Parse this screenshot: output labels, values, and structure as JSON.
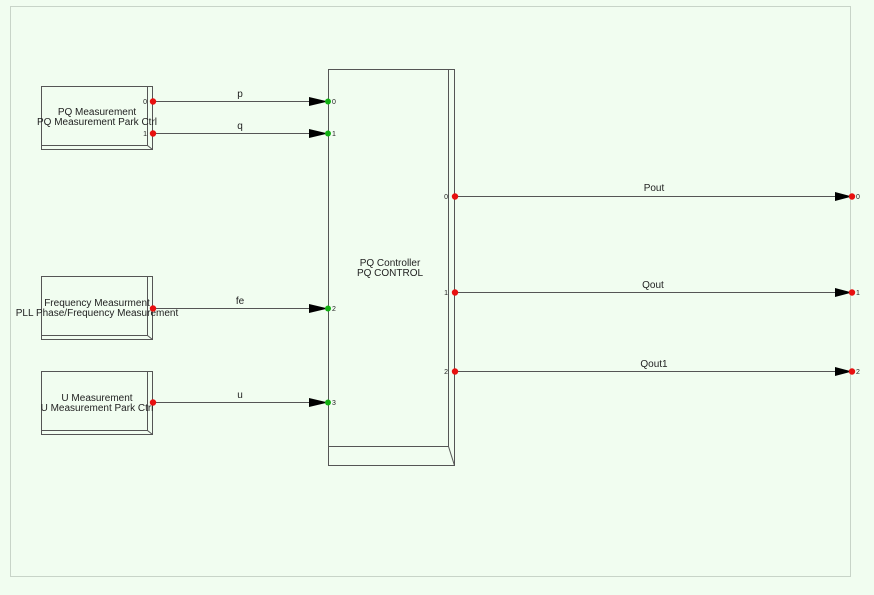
{
  "diagram": {
    "blocks": [
      {
        "id": "pq-measurement",
        "title": "PQ Measurement",
        "subtitle": "PQ Measurement Park Ctrl",
        "out_ports": [
          "0",
          "1"
        ]
      },
      {
        "id": "frequency-measurement",
        "title": "Frequency Measurment",
        "subtitle": "PLL Phase/Frequency Measurement",
        "out_ports": [
          ""
        ]
      },
      {
        "id": "u-measurement",
        "title": "U Measurement",
        "subtitle": "U Measurement Park Ctrl",
        "out_ports": [
          ""
        ]
      },
      {
        "id": "pq-controller",
        "title": "PQ Controller",
        "subtitle": "PQ CONTROL",
        "in_ports": [
          "0",
          "1",
          "2",
          "3"
        ],
        "out_ports": [
          "0",
          "1",
          "2"
        ]
      }
    ],
    "signals": [
      {
        "label": "p",
        "from": "pq-measurement:0",
        "to": "pq-controller:0"
      },
      {
        "label": "q",
        "from": "pq-measurement:1",
        "to": "pq-controller:1"
      },
      {
        "label": "fe",
        "from": "frequency-measurement:0",
        "to": "pq-controller:2"
      },
      {
        "label": "u",
        "from": "u-measurement:0",
        "to": "pq-controller:3"
      },
      {
        "label": "Pout",
        "from": "pq-controller:0",
        "to": "output:0"
      },
      {
        "label": "Qout",
        "from": "pq-controller:1",
        "to": "output:1"
      },
      {
        "label": "Qout1",
        "from": "pq-controller:2",
        "to": "output:2"
      }
    ],
    "outputs": [
      "0",
      "1",
      "2"
    ],
    "colors": {
      "background": "#f1fdf0",
      "output_port": "#e8100f",
      "input_port": "#12b012",
      "line": "#555555",
      "block_border": "#555555"
    }
  }
}
